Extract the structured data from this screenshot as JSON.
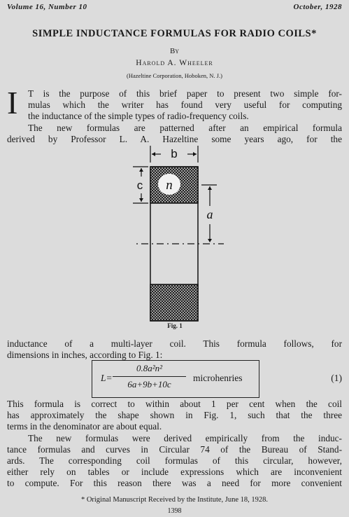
{
  "header": {
    "volume": "Volume 16, Number 10",
    "date": "October, 1928"
  },
  "title": "SIMPLE INDUCTANCE FORMULAS FOR RADIO COILS*",
  "byline": "By",
  "author": "Harold A. Wheeler",
  "affiliation": "(Hazeltine Corporation, Hoboken, N. J.)",
  "dropcap": "I",
  "intro_lines": [
    "T is the purpose of this brief paper to present two simple for-",
    "mulas which the writer has found very useful for computing",
    "the inductance of the simple types of radio-frequency coils.",
    "The new formulas are patterned after an empirical formula",
    "derived by Professor L. A. Hazeltine some years ago, for the"
  ],
  "figure": {
    "caption": "Fig. 1",
    "labels": {
      "b": "b",
      "c": "c",
      "n": "n",
      "a": "a"
    }
  },
  "after_fig_lines": [
    "inductance of a multi-layer coil.   This formula follows, for",
    "dimensions in inches, according to Fig. 1:"
  ],
  "equation": {
    "lhs": "L=",
    "numerator": "0.8a²n²",
    "denominator": "6a+9b+10c",
    "unit": "microhenries",
    "number": "(1)"
  },
  "post_eq_lines": [
    "This formula is correct to within about 1 per cent when the coil",
    "has approximately the shape shown in Fig. 1, such that the three",
    "terms in the denominator are about equal.",
    "The new formulas were derived empirically from the induc-",
    "tance formulas and curves in Circular 74 of the Bureau of Stand-",
    "ards.  The corresponding coil formulas of this circular, however,",
    "either rely on tables or include expressions which are inconvenient",
    "to compute.  For this reason there was a need for more convenient"
  ],
  "footnote": "* Original Manuscript Received by the Institute, June 18, 1928.",
  "page_number": "1398"
}
